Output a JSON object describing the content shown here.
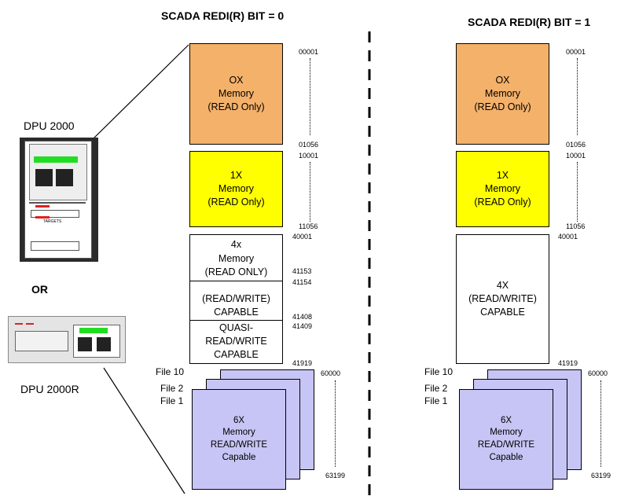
{
  "headers": {
    "left": "SCADA REDI(R) BIT = 0",
    "right": "SCADA REDI(R) BIT = 1"
  },
  "devices": {
    "dpu2000": "DPU 2000",
    "or": "OR",
    "dpu2000r": "DPU 2000R",
    "targets": "TARGETS"
  },
  "left": {
    "ox": [
      "OX",
      "Memory",
      "(READ Only)"
    ],
    "ix": [
      "1X",
      "Memory",
      "(READ Only)"
    ],
    "fourx_ro": [
      "4x",
      "Memory",
      "(READ ONLY)"
    ],
    "fourx_rw": [
      "(READ/WRITE)",
      "CAPABLE"
    ],
    "fourx_quasi": [
      "QUASI-",
      "READ/WRITE",
      "CAPABLE"
    ],
    "sixx": [
      "6X",
      "Memory",
      "READ/WRITE",
      "Capable"
    ],
    "addr": {
      "a00001": "00001",
      "a01056": "01056",
      "a10001": "10001",
      "a11056": "11056",
      "a40001": "40001",
      "a41153": "41153",
      "a41154": "41154",
      "a41408": "41408",
      "a41409": "41409",
      "a41919": "41919",
      "a60000": "60000",
      "a63199": "63199"
    },
    "files": [
      "File 10",
      "File 2",
      "File 1"
    ]
  },
  "right": {
    "ox": [
      "OX",
      "Memory",
      "(READ Only)"
    ],
    "ix": [
      "1X",
      "Memory",
      "(READ Only)"
    ],
    "fourx": [
      "4X",
      "(READ/WRITE)",
      "CAPABLE"
    ],
    "sixx": [
      "6X",
      "Memory",
      "READ/WRITE",
      "Capable"
    ],
    "addr": {
      "a00001": "00001",
      "a01056": "01056",
      "a10001": "10001",
      "a11056": "11056",
      "a40001": "40001",
      "a41919": "41919",
      "a60000": "60000",
      "a63199": "63199"
    },
    "files": [
      "File 10",
      "File 2",
      "File 1"
    ]
  },
  "colors": {
    "ox": "#f4b16a",
    "ix": "#ffff00",
    "sixx": "#c7c5f5",
    "device_green": "#22dd22",
    "device_red": "#e02020"
  }
}
